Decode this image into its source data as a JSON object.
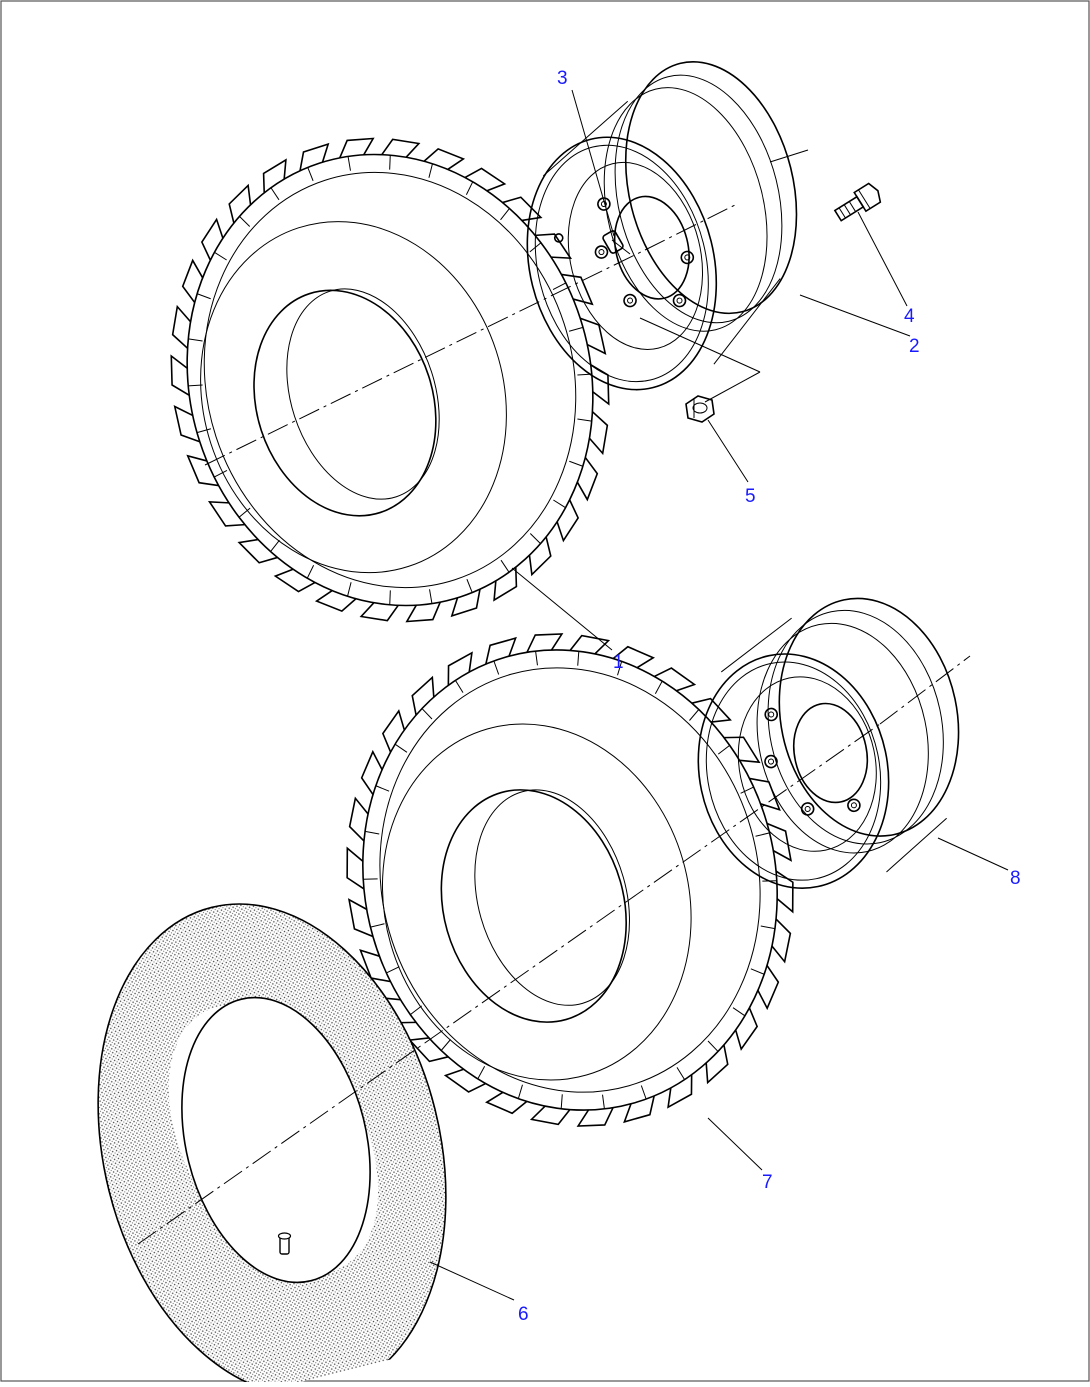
{
  "diagram": {
    "callouts": {
      "c1": "1",
      "c2": "2",
      "c3": "3",
      "c4": "4",
      "c5": "5",
      "c6": "6",
      "c7": "7",
      "c8": "8"
    },
    "colors": {
      "callout": "#1a1aff",
      "line": "#000000",
      "tube_fill": "#bdbdbd",
      "background": "#ffffff"
    }
  }
}
